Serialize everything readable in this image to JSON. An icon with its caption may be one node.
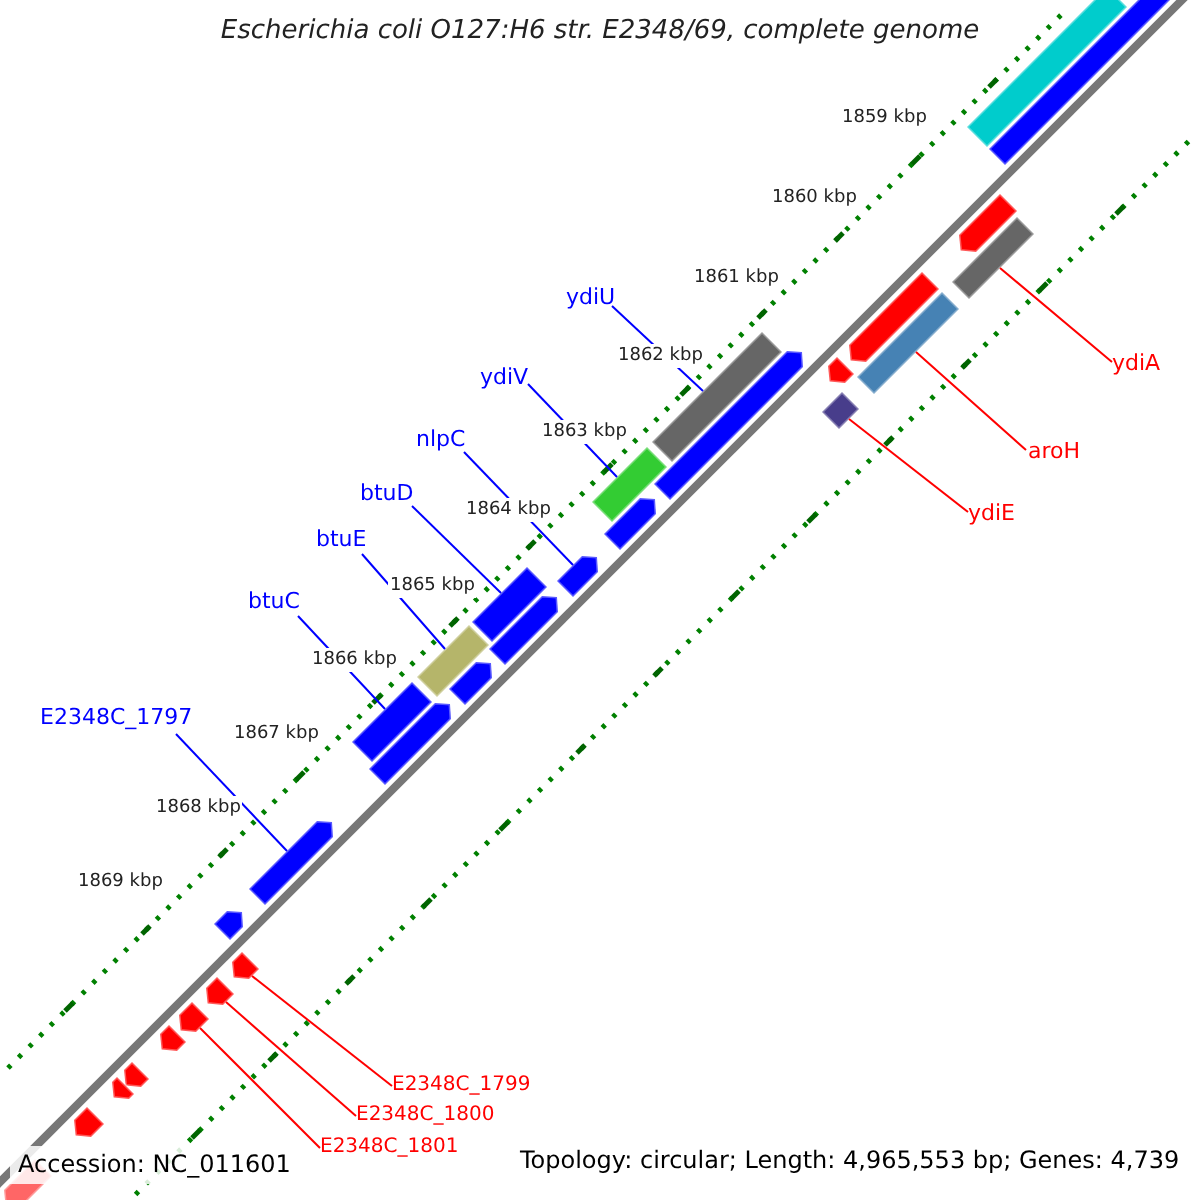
{
  "diagram": {
    "title": "Escherichia coli O127:H6 str. E2348/69, complete genome",
    "nodes": [
      {
        "text": [
          "ydiU"
        ]
      },
      {
        "text": [
          "ydiV"
        ]
      },
      {
        "text": [
          "nlpC"
        ]
      },
      {
        "text": [
          "btuD"
        ]
      },
      {
        "text": [
          "btuE"
        ]
      },
      {
        "text": [
          "btuC"
        ]
      },
      {
        "text": [
          "E2348C_1797"
        ]
      },
      {
        "text": [
          "ydiA"
        ]
      },
      {
        "text": [
          "aroH"
        ]
      },
      {
        "text": [
          "ydiE"
        ]
      },
      {
        "text": [
          "E2348C_1799"
        ]
      },
      {
        "text": [
          "E2348C_1800"
        ]
      },
      {
        "text": [
          "E2348C_1801"
        ]
      },
      {
        "text": [],
        "shape": "bar"
      },
      {
        "text": [],
        "shape": "bar"
      },
      {
        "text": [],
        "shape": "bar"
      },
      {
        "text": [],
        "shape": "bar"
      },
      {
        "text": [],
        "shape": "bar"
      },
      {
        "text": [],
        "shape": "bar"
      },
      {
        "text": [],
        "shape": "bar"
      },
      {
        "text": [],
        "shape": "bar"
      },
      {
        "text": [],
        "shape": "bar"
      },
      {
        "text": [],
        "shape": "bar"
      },
      {
        "text": [],
        "shape": "bar"
      },
      {
        "text": [],
        "shape": "bar"
      },
      {
        "text": [],
        "shape": "bar"
      },
      {
        "text": [],
        "shape": "bar"
      },
      {
        "text": [],
        "shape": "bar"
      },
      {
        "text": [],
        "shape": "bar"
      },
      {
        "text": [],
        "shape": "bar"
      },
      {
        "text": [],
        "shape": "bar"
      },
      {
        "text": [],
        "shape": "bar"
      },
      {
        "text": [],
        "shape": "bar"
      },
      {
        "text": [],
        "shape": "bar"
      },
      {
        "text": [],
        "shape": "bar"
      },
      {
        "text": [],
        "shape": "bar"
      },
      {
        "text": [],
        "shape": "bar"
      },
      {
        "text": [],
        "shape": "bar"
      },
      {
        "text": [],
        "shape": "bar"
      },
      {
        "text": [],
        "shape": "bar"
      },
      {
        "text": [],
        "shape": "bar"
      },
      {
        "text": [],
        "shape": "bar"
      }
    ],
    "edges": [
      {
        "from": 0,
        "to": 22,
        "arrow": "none"
      },
      {
        "from": 1,
        "to": 23,
        "arrow": "none"
      },
      {
        "from": 2,
        "to": 25,
        "arrow": "none"
      },
      {
        "from": 3,
        "to": 26,
        "arrow": "none"
      },
      {
        "from": 4,
        "to": 28,
        "arrow": "none"
      },
      {
        "from": 5,
        "to": 30,
        "arrow": "none"
      },
      {
        "from": 6,
        "to": 32,
        "arrow": "none"
      },
      {
        "from": 7,
        "to": 16,
        "arrow": "none",
        "color": "#ff0000"
      },
      {
        "from": 8,
        "to": 18,
        "arrow": "none",
        "color": "#ff0000"
      },
      {
        "from": 9,
        "to": 21,
        "arrow": "none",
        "color": "#ff0000"
      },
      {
        "from": 10,
        "to": 34,
        "arrow": "none",
        "color": "#ff0000"
      },
      {
        "from": 11,
        "to": 35,
        "arrow": "none",
        "color": "#ff0000"
      },
      {
        "from": 12,
        "to": 36,
        "arrow": "none",
        "color": "#ff0000"
      }
    ],
    "labels": [
      "1859 kbp",
      "1860 kbp",
      "1861 kbp",
      "1862 kbp",
      "1863 kbp",
      "1864 kbp",
      "1865 kbp",
      "1866 kbp",
      "1867 kbp",
      "1868 kbp",
      "1869 kbp",
      "Accession: NC_011601",
      "Topology: circular; Length: 4,965,553 bp; Genes: 4,739"
    ]
  }
}
